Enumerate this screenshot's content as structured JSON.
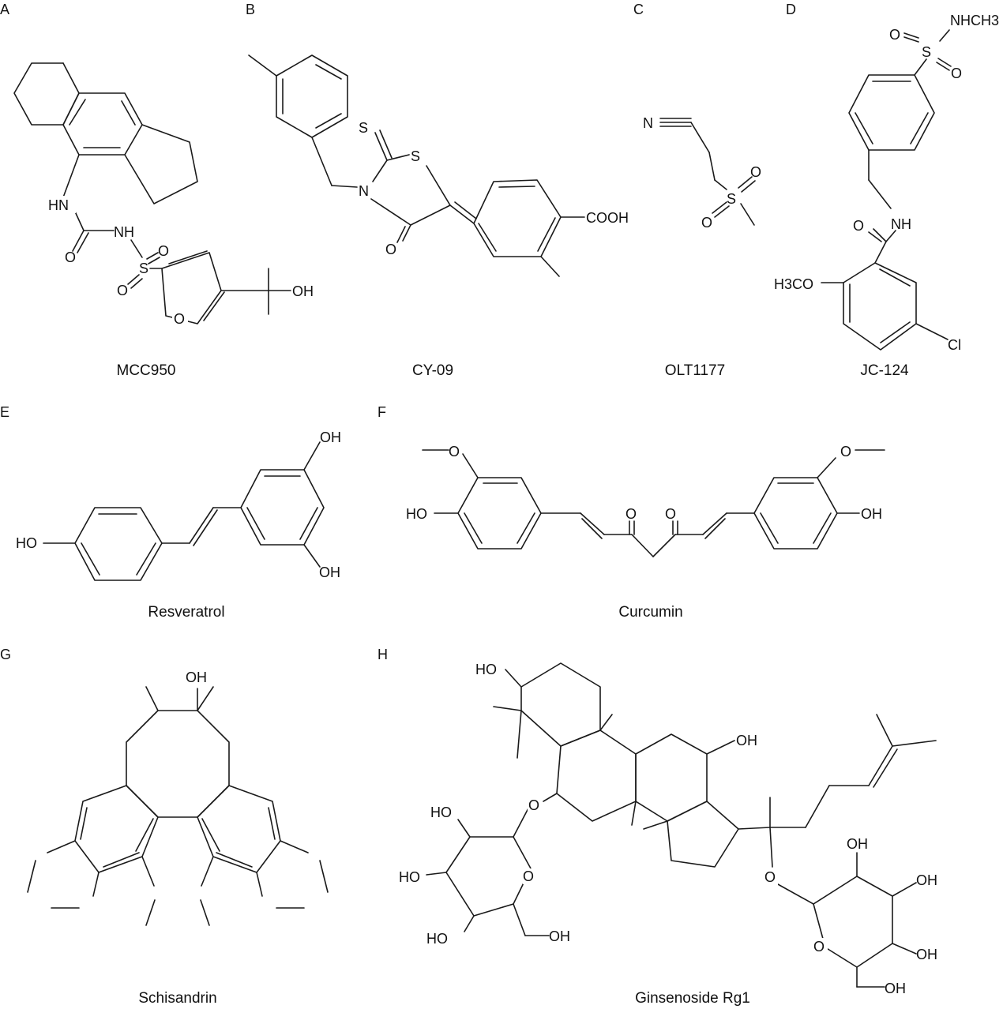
{
  "figure": {
    "panels": [
      {
        "letter": "A",
        "caption": "MCC950",
        "atoms": [
          "HN",
          "NH",
          "O",
          "S",
          "O",
          "O",
          "O",
          "OH"
        ]
      },
      {
        "letter": "B",
        "caption": "CY-09",
        "atoms": [
          "S",
          "S",
          "N",
          "O",
          "COOH"
        ]
      },
      {
        "letter": "C",
        "caption": "OLT1177",
        "atoms": [
          "N",
          "S",
          "O",
          "O"
        ]
      },
      {
        "letter": "D",
        "caption": "JC-124",
        "atoms": [
          "NHCH3",
          "O",
          "S",
          "O",
          "O",
          "NH",
          "H3CO",
          "Cl"
        ]
      },
      {
        "letter": "E",
        "caption": "Resveratrol",
        "atoms": [
          "OH",
          "HO",
          "OH"
        ]
      },
      {
        "letter": "F",
        "caption": "Curcumin",
        "atoms": [
          "O",
          "HO",
          "O",
          "O",
          "O",
          "OH"
        ]
      },
      {
        "letter": "G",
        "caption": "Schisandrin",
        "atoms": [
          "OH"
        ]
      },
      {
        "letter": "H",
        "caption": "Ginsenoside Rg1",
        "atoms": [
          "HO",
          "OH",
          "HO",
          "O",
          "HO",
          "O",
          "HO",
          "OH",
          "OH",
          "O",
          "OH",
          "O",
          "OH",
          "OH"
        ]
      }
    ]
  }
}
